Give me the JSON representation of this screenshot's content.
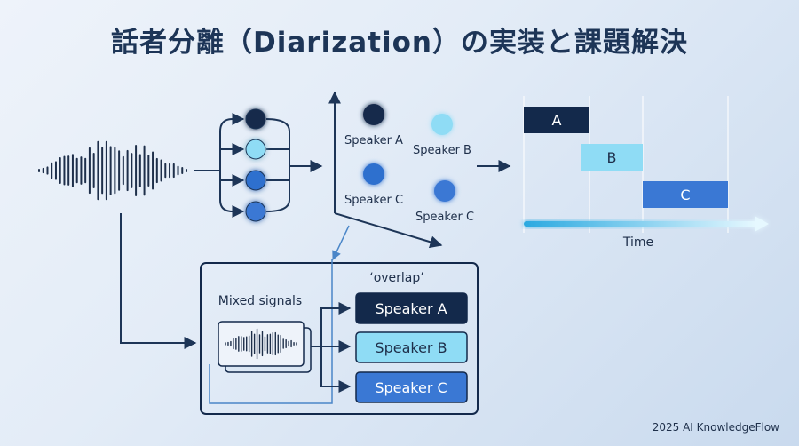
{
  "title": "話者分離（Diarization）の実装と課題解決",
  "embedding_plot": {
    "points": [
      {
        "label": "Speaker A",
        "color": "#13294b"
      },
      {
        "label": "Speaker B",
        "color": "#8fdcf5"
      },
      {
        "label": "Speaker C",
        "color": "#2f6fce"
      },
      {
        "label": "Speaker C",
        "color": "#3a78d4"
      }
    ]
  },
  "timeline": {
    "segments": [
      {
        "label": "A",
        "color": "#13294b"
      },
      {
        "label": "B",
        "color": "#8fdcf5"
      },
      {
        "label": "C",
        "color": "#3a78d4"
      }
    ],
    "axis_label": "Time"
  },
  "separation": {
    "mixed_label": "Mixed signals",
    "overlap_label": "‘overlap’",
    "outputs": [
      {
        "label": "Speaker A",
        "bg": "#13294b",
        "fg": "#ffffff"
      },
      {
        "label": "Speaker B",
        "bg": "#8fdcf5",
        "fg": "#13294b"
      },
      {
        "label": "Speaker C",
        "bg": "#3a78d4",
        "fg": "#ffffff"
      }
    ]
  },
  "footer": "2025 AI KnowledgeFlow",
  "colors": {
    "navy": "#13294b",
    "light_blue": "#8fdcf5",
    "mid_blue": "#3a78d4",
    "arrow": "#1d3557"
  }
}
